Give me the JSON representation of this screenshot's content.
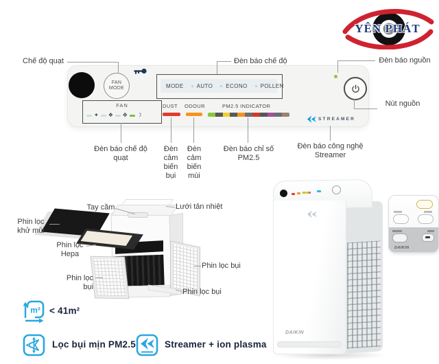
{
  "logo": {
    "text": "YÊN PHÁT"
  },
  "colors": {
    "logo_red": "#cf2230",
    "logo_navy": "#1f3c7c",
    "streamer_blue": "#00a0e9",
    "feature_blue": "#2aa7df",
    "dust_red": "#e23b2e",
    "odour_orange": "#f7941d",
    "led_green": "#8dc63f",
    "sleep_green_bar": "#7ac143",
    "fan_bar_blue": "#c9dfe8"
  },
  "panel": {
    "fan_mode": {
      "line1": "FAN",
      "line2": "MODE"
    },
    "mode": {
      "label": "MODE",
      "options": [
        "AUTO",
        "ECONO",
        "POLLEN"
      ]
    },
    "fan": {
      "label": "FAN",
      "indicators": [
        {
          "bar": "#c9dfe8",
          "glyph": "✦",
          "color": "#3f3f3f"
        },
        {
          "bar": "#c9dfe8",
          "glyph": "❖",
          "color": "#3f3f3f"
        },
        {
          "bar": "#c9dfe8",
          "glyph": "✥",
          "color": "#3f3f3f"
        },
        {
          "bar": "#7ac143",
          "glyph": "☽",
          "color": "#1c3f6e"
        }
      ]
    },
    "dust_label": "DUST",
    "odour_label": "ODOUR",
    "pm25_label": "PM2.5  INDICATOR",
    "pm25_segments": [
      "#8cc63e",
      "#58595b",
      "#f2d22e",
      "#58595b",
      "#f7941d",
      "#6d6e71",
      "#cf3a2e",
      "#55565a",
      "#a3509d",
      "#6d6e71",
      "#9d8173"
    ],
    "streamer_label": "STREAMER"
  },
  "annotations": {
    "fan_mode": "Chế độ quạt",
    "mode_leds": "Đèn báo chế độ",
    "power_led": "Đèn báo nguồn",
    "power_button": "Nút nguồn",
    "fan_leds": "Đèn báo chế độ quạt",
    "dust_sensor": "Đèn cảm biến bụi",
    "odour_sensor": "Đèn cảm biến mùi",
    "pm25_led": "Đèn báo chỉ số PM2.5",
    "streamer_led": "Đèn báo công nghệ Streamer"
  },
  "exploded": {
    "handle": "Tay cầm",
    "heat_grille": "Lưới tản nhiệt",
    "deodor_filter": "Phin lọc khử mùi",
    "hepa_filter": "Phin lọc Hepa",
    "dust_filter_left": "Phin lọc bụi",
    "dust_filter_right": "Phin lọc bụi",
    "dust_filter_bottom": "Phin lọc bụi"
  },
  "features": {
    "area": "< 41m²",
    "pm25": "Lọc bụi mịn PM2.5",
    "streamer": "Streamer + ion plasma"
  },
  "product": {
    "brand": "DAIKIN"
  },
  "icons": {
    "area_icon": "m2-square-with-arrows",
    "pm25_icon": "fan-filter",
    "streamer_icon": "streamer-chevrons",
    "power_icon": "power-symbol",
    "child_lock_icon": "key",
    "sleep_icon": "crescent-moon"
  }
}
